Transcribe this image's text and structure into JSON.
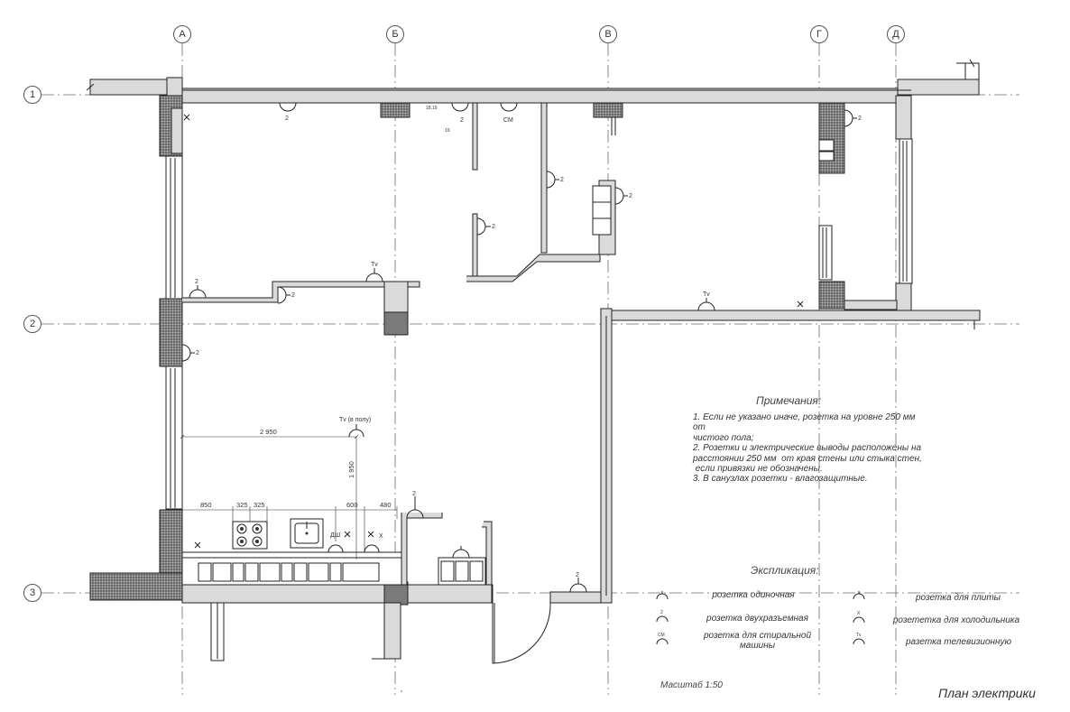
{
  "grid": {
    "columns": [
      "А",
      "Б",
      "В",
      "Г",
      "Д"
    ],
    "rows": [
      "1",
      "2",
      "3"
    ]
  },
  "sockets": {
    "double_label": "2",
    "tv_label": "Tv",
    "tv_floor_label": "Tv (в полу)",
    "washer_label": "СМ",
    "dishwasher_label": "ДШ",
    "tiny_a": "18.19",
    "tiny_b": "19"
  },
  "dimensions": {
    "d2950": "2 950",
    "d1950": "1 950",
    "d850": "850",
    "d325a": "325",
    "d325b": "325",
    "d600": "600",
    "d480": "480"
  },
  "notes": {
    "title": "Примечания:",
    "lines": [
      "1. Если не указано иначе, розетка на уровне 250 мм",
      "от",
      "чистого пола;",
      "2. Розетки и электрические выводы расположены на",
      "расстоянии 250 мм  от края стены или стыка стен,",
      " если привязки не обозначены.",
      "3. В санузлах розетки - влагозащитные."
    ]
  },
  "legend": {
    "title": "Экспликация:",
    "single": "розетка одиночная",
    "double": "розетка двухразъемная",
    "washer": "розетка для стиральной машины",
    "stove": "розетка для плиты",
    "fridge": "розететка для холодильника",
    "tv": "разетка телевизионную",
    "icon_double": "2",
    "icon_washer": "СМ",
    "icon_fridge": "Х",
    "icon_tv": "Tv"
  },
  "footer": {
    "scale": "Масштаб  1:50",
    "sheet_title": "План электрики"
  }
}
